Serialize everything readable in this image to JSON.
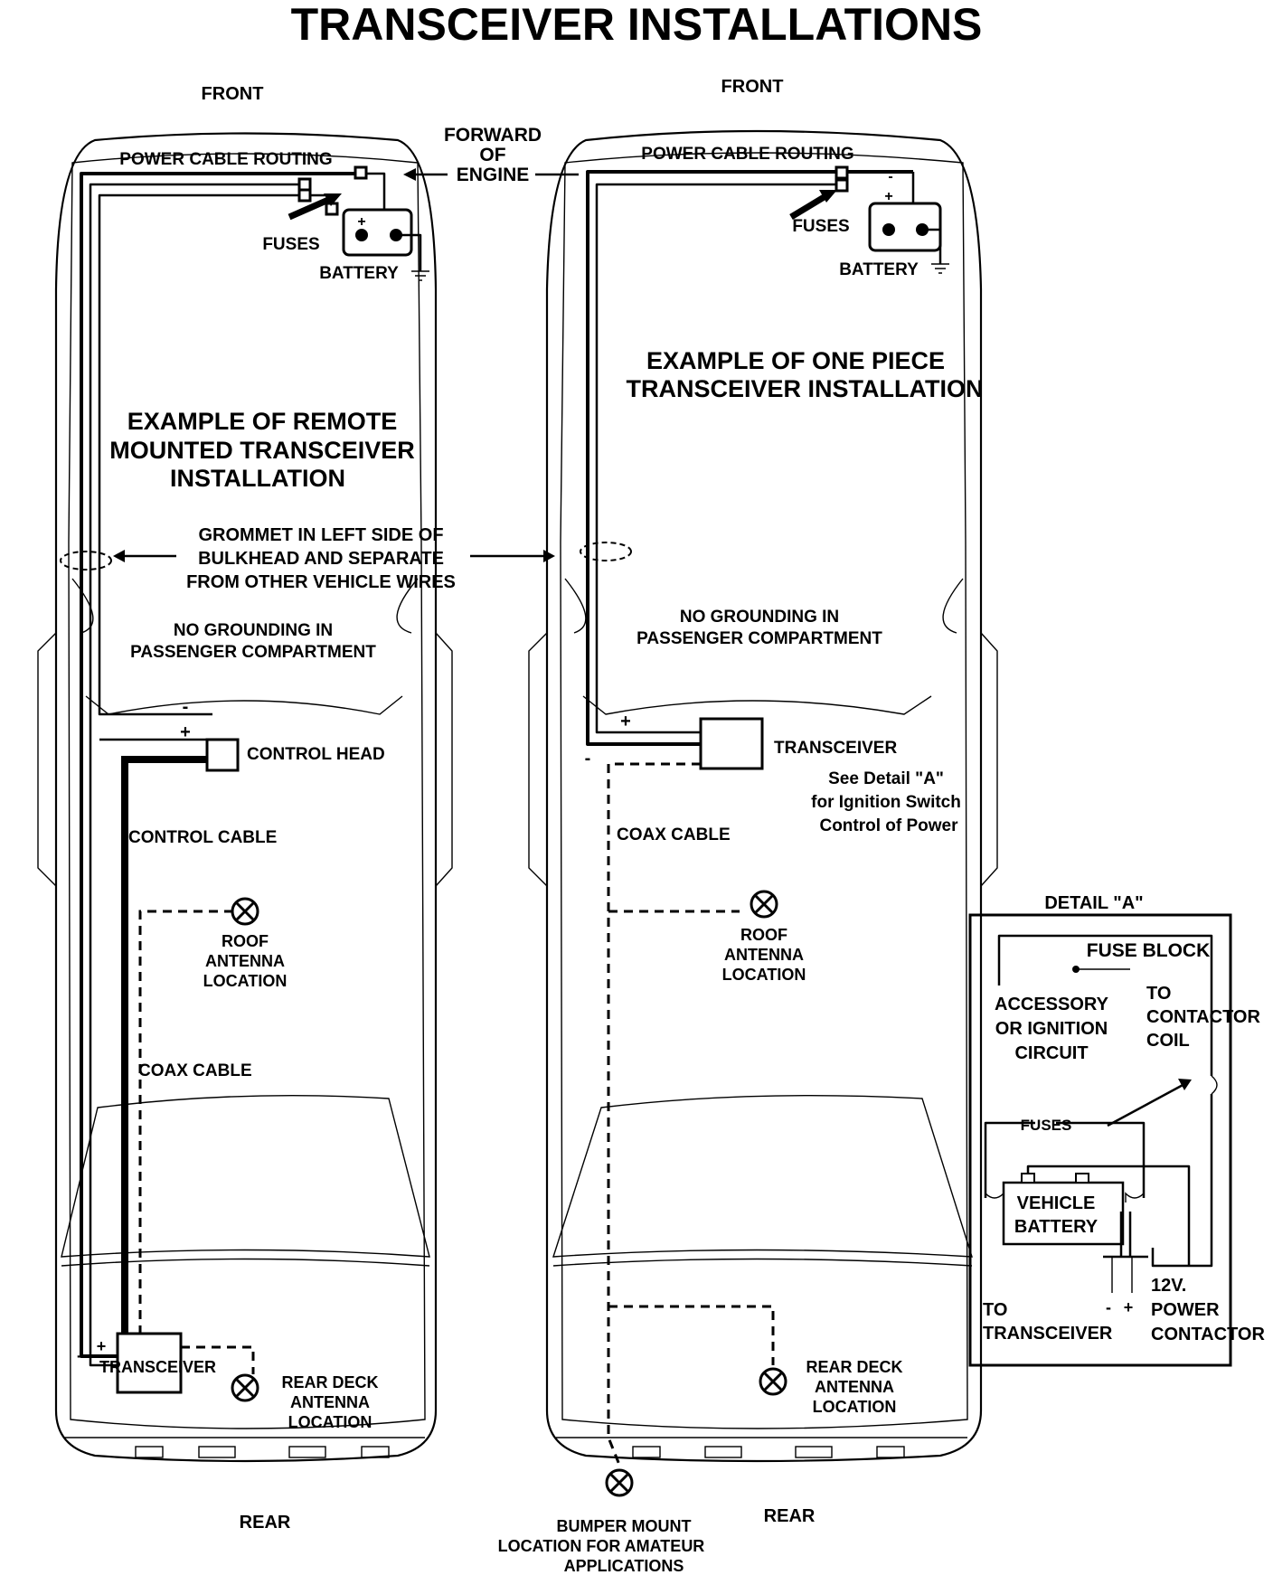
{
  "title": "TRANSCEIVER INSTALLATIONS",
  "shared": {
    "forward_of_engine": [
      "FORWARD",
      "OF",
      "ENGINE"
    ],
    "grommet_note": [
      "GROMMET IN LEFT SIDE OF",
      "BULKHEAD AND SEPARATE",
      "FROM OTHER VEHICLE WIRES"
    ]
  },
  "left_car": {
    "front": "FRONT",
    "power_cable_routing": "POWER CABLE ROUTING",
    "fuses": "FUSES",
    "battery": "BATTERY",
    "heading": [
      "EXAMPLE OF REMOTE",
      "MOUNTED TRANSCEIVER",
      "INSTALLATION"
    ],
    "no_grounding": [
      "NO GROUNDING IN",
      "PASSENGER COMPARTMENT"
    ],
    "control_head": "CONTROL HEAD",
    "control_cable": "CONTROL CABLE",
    "roof_antenna": [
      "ROOF",
      "ANTENNA",
      "LOCATION"
    ],
    "coax_cable": "COAX CABLE",
    "transceiver": "TRANSCEIVER",
    "rear_deck_antenna": [
      "REAR DECK",
      "ANTENNA",
      "LOCATION"
    ],
    "rear": "REAR"
  },
  "right_car": {
    "front": "FRONT",
    "power_cable_routing": "POWER CABLE ROUTING",
    "fuses": "FUSES",
    "battery": "BATTERY",
    "heading": [
      "EXAMPLE OF ONE PIECE",
      "TRANSCEIVER INSTALLATION"
    ],
    "no_grounding": [
      "NO GROUNDING IN",
      "PASSENGER COMPARTMENT"
    ],
    "transceiver": "TRANSCEIVER",
    "see_detail": [
      "See Detail \"A\"",
      "for Ignition Switch",
      "Control of Power"
    ],
    "coax_cable": "COAX CABLE",
    "roof_antenna": [
      "ROOF",
      "ANTENNA",
      "LOCATION"
    ],
    "rear_deck_antenna": [
      "REAR DECK",
      "ANTENNA",
      "LOCATION"
    ],
    "bumper_mount": [
      "BUMPER MOUNT",
      "LOCATION FOR AMATEUR",
      "APPLICATIONS"
    ],
    "rear": "REAR"
  },
  "detail_a": {
    "title": "DETAIL \"A\"",
    "fuse_block": "FUSE BLOCK",
    "accessory": [
      "ACCESSORY",
      "OR IGNITION",
      "CIRCUIT"
    ],
    "to_contactor": [
      "TO",
      "CONTACTOR",
      "COIL"
    ],
    "fuses": "FUSES",
    "vehicle_battery": [
      "VEHICLE",
      "BATTERY"
    ],
    "to_transceiver": [
      "TO",
      "TRANSCEIVER"
    ],
    "power_contactor": [
      "12V.",
      "POWER",
      "CONTACTOR"
    ]
  },
  "symbols": {
    "plus": "+",
    "minus": "-"
  }
}
